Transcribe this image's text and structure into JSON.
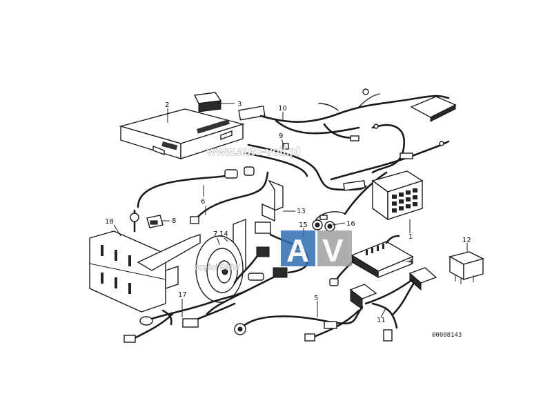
{
  "diagram": {
    "document_code": "00008143",
    "watermark_url": "www.auto-voll.pl",
    "watermark_sub": "części BMW",
    "watermark_logo": [
      "A",
      "V"
    ],
    "callouts": [
      "1",
      "2",
      "3",
      "4",
      "5",
      "6",
      "7",
      "8",
      "9",
      "10",
      "11",
      "12",
      "13",
      "14",
      "15",
      "16",
      "17",
      "18"
    ]
  }
}
